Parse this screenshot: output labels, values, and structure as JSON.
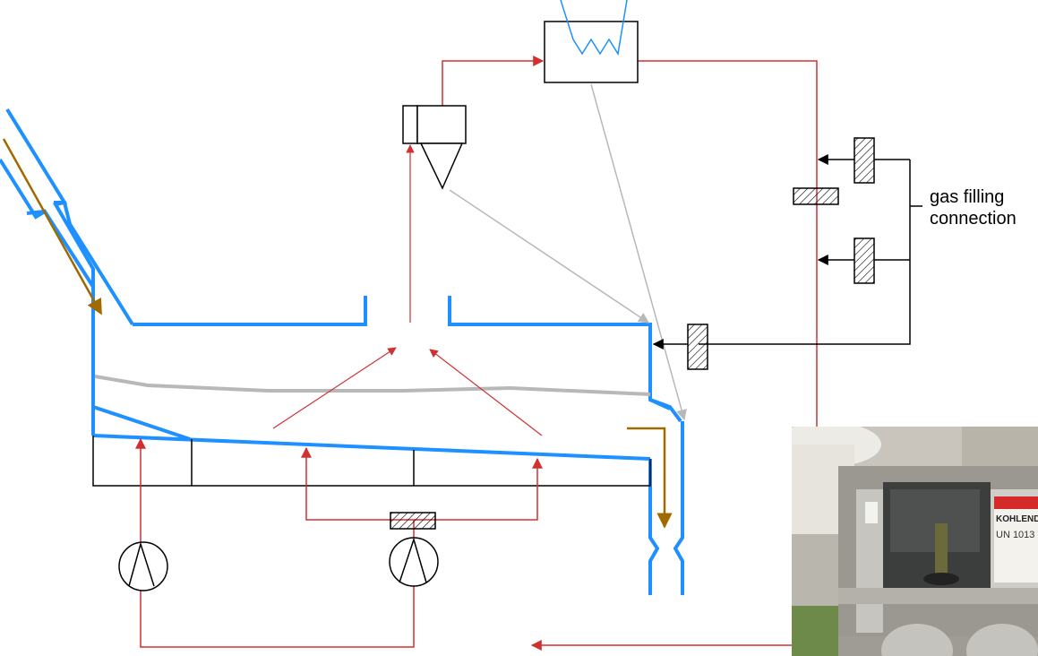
{
  "labels": {
    "gas_filling_line1": "gas filling",
    "gas_filling_line2": "connection"
  },
  "photo": {
    "tank_label_line1": "KOHLENDIOX",
    "tank_label_line2": "UN 1013"
  },
  "colors": {
    "wall": "#1e90ff",
    "gas_flow": "#d03030",
    "solid_flow": "#a06a00",
    "return_flow": "#b8b8b8",
    "outline": "#000000"
  }
}
